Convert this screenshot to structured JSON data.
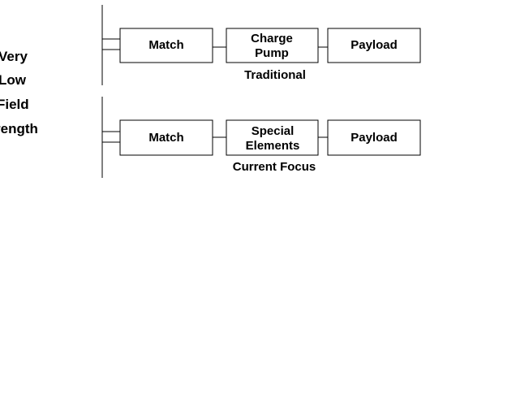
{
  "side_label": {
    "lines": [
      "Very",
      "Low",
      "Field",
      "rength"
    ]
  },
  "traditional_chain": {
    "match": "Match",
    "charge_pump": [
      "Charge",
      "Pump"
    ],
    "payload": "Payload",
    "caption": "Traditional"
  },
  "current_chain": {
    "match": "Match",
    "special_elements": [
      "Special",
      "Elements"
    ],
    "payload": "Payload",
    "caption": "Current Focus"
  }
}
